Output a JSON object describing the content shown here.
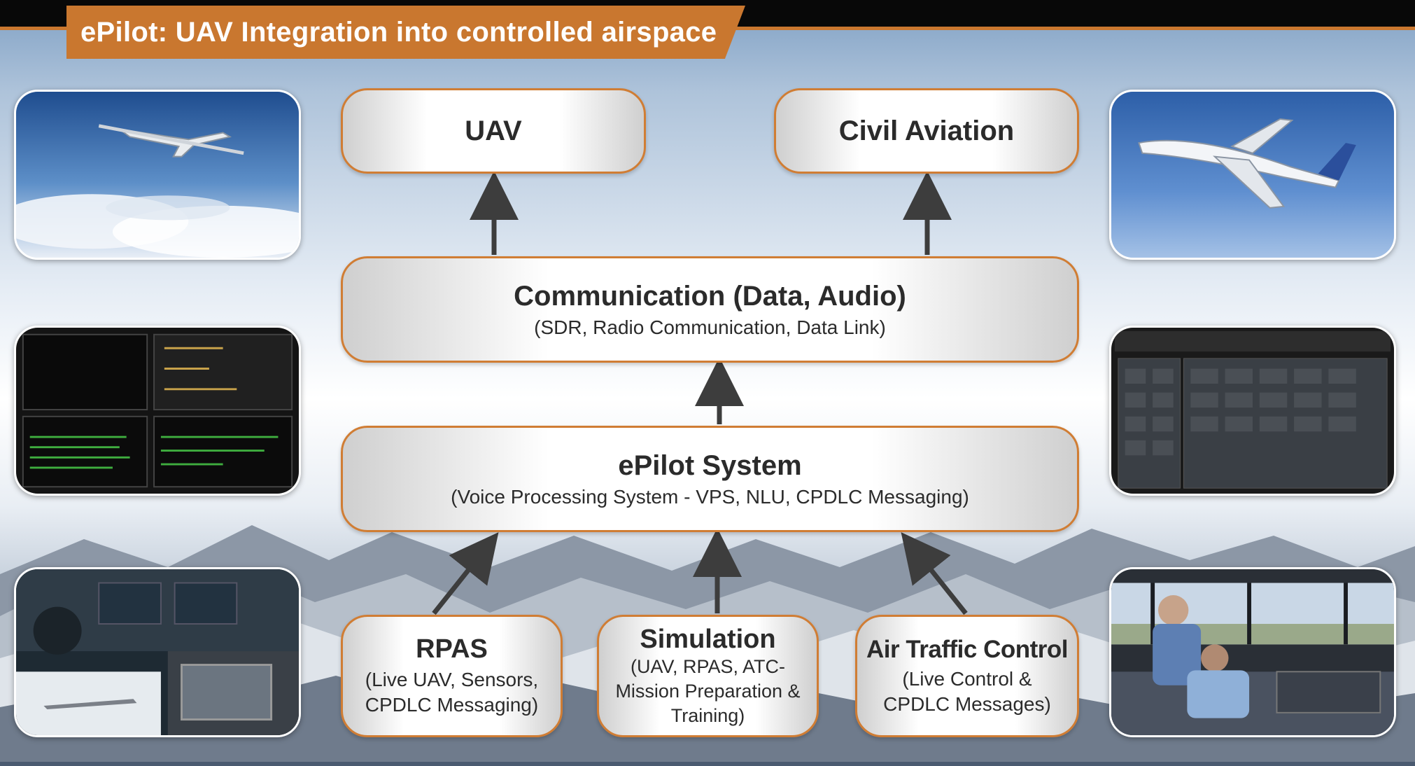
{
  "title": "ePilot: UAV Integration into controlled airspace",
  "colors": {
    "accent": "#c9772f",
    "box_border": "#d07d34",
    "text_dark": "#2b2b2b",
    "arrow": "#3d3d3d"
  },
  "nodes": {
    "uav": {
      "title": "UAV"
    },
    "civil_aviation": {
      "title": "Civil Aviation"
    },
    "communication": {
      "title": "Communication (Data, Audio)",
      "subtitle": "(SDR, Radio Communication, Data Link)"
    },
    "epilot": {
      "title": "ePilot System",
      "subtitle": "(Voice Processing System - VPS, NLU, CPDLC Messaging)"
    },
    "rpas": {
      "title": "RPAS",
      "lines": [
        "(Live UAV, Sensors,",
        "CPDLC Messaging)"
      ]
    },
    "simulation": {
      "title": "Simulation",
      "lines": [
        "(UAV, RPAS, ATC-",
        "Mission Preparation &",
        "Training)"
      ]
    },
    "atc": {
      "title": "Air Traffic Control",
      "lines": [
        "(Live Control &",
        "CPDLC Messages)"
      ]
    }
  },
  "edges": [
    {
      "from": "communication",
      "to": "uav"
    },
    {
      "from": "communication",
      "to": "civil_aviation"
    },
    {
      "from": "epilot",
      "to": "communication"
    },
    {
      "from": "rpas",
      "to": "epilot"
    },
    {
      "from": "simulation",
      "to": "epilot"
    },
    {
      "from": "atc",
      "to": "epilot"
    }
  ],
  "images": {
    "left": [
      "uav-aircraft-photo",
      "cpdlc-software-screenshot",
      "ground-control-station-photo"
    ],
    "right": [
      "airbus-airliner-photo",
      "atc-interface-screenshot",
      "control-tower-photo"
    ]
  }
}
